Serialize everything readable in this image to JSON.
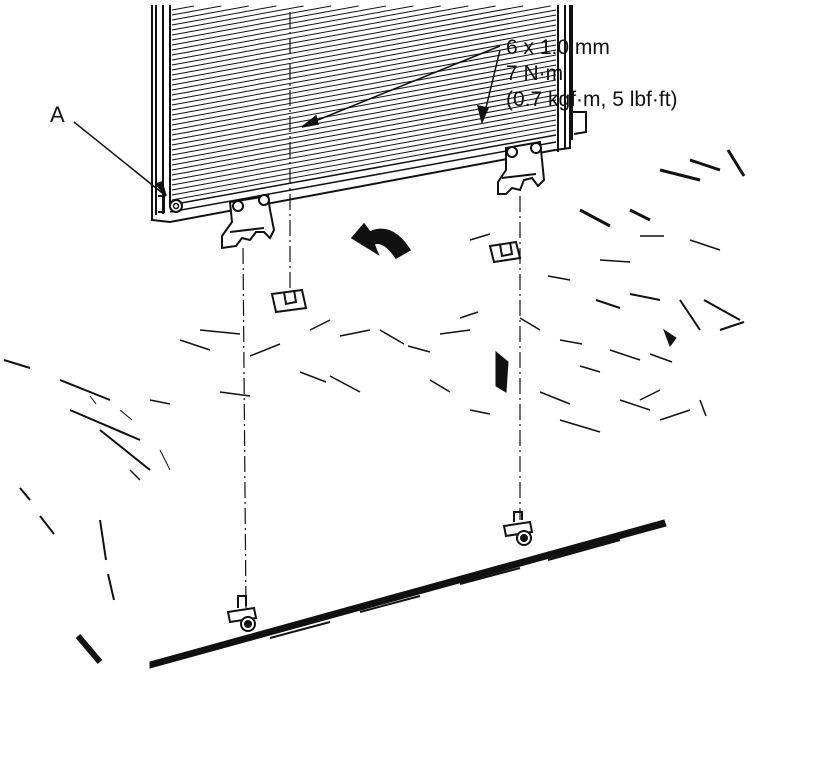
{
  "labels": {
    "part_a": "A",
    "bolt_size": "6 x 1.0 mm",
    "torque_nm": "7 N·m",
    "torque_alt": "(0.7 kgf·m, 5 lbf·ft)"
  },
  "colors": {
    "ink": "#111111",
    "paper": "#ffffff"
  }
}
